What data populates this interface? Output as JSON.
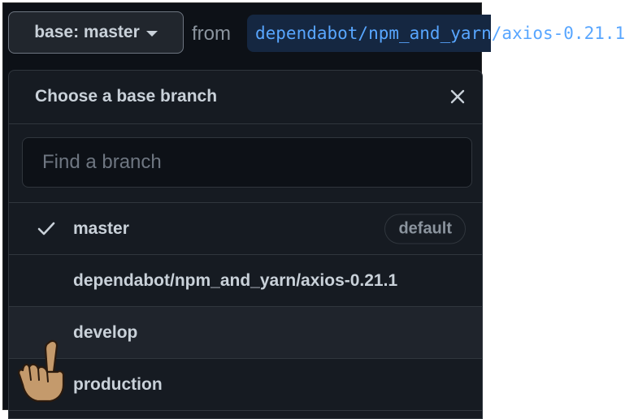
{
  "topbar": {
    "base_label": "base: master",
    "from_label": "from",
    "compare_branch": "dependabot/npm_and_yarn/axios-0.21.1"
  },
  "dropdown": {
    "title": "Choose a base branch",
    "filter_placeholder": "Find a branch",
    "filter_value": "",
    "default_badge": "default",
    "branches": [
      {
        "name": "master",
        "selected": true,
        "is_default": true
      },
      {
        "name": "dependabot/npm_and_yarn/axios-0.21.1",
        "selected": false,
        "is_default": false
      },
      {
        "name": "develop",
        "selected": false,
        "is_default": false,
        "hovered": true
      },
      {
        "name": "production",
        "selected": false,
        "is_default": false
      }
    ]
  },
  "icons": {
    "caret": "chevron-down-icon",
    "close": "close-icon",
    "check": "check-icon",
    "cursor": "hand-pointer-icon"
  },
  "colors": {
    "background": "#0d1117",
    "panel": "#161b22",
    "accent_link": "#58a6ff",
    "text": "#c9d1d9",
    "muted": "#8b949e",
    "border": "#30363d"
  }
}
